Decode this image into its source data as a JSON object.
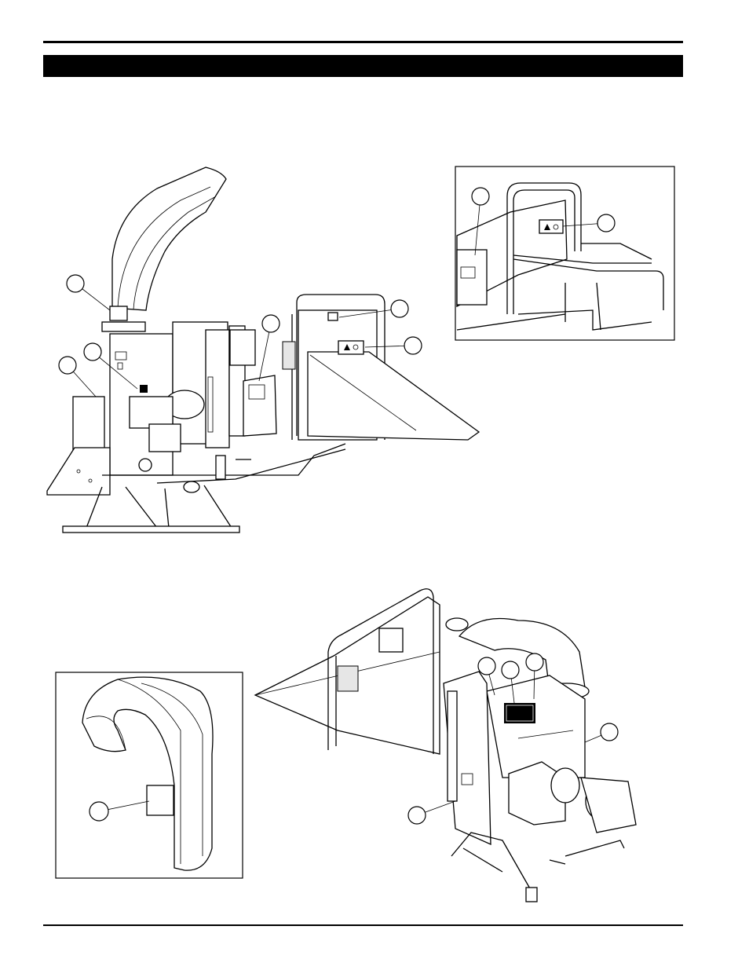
{
  "page": {
    "header_bar_text": "",
    "footer_text": ""
  },
  "figures": [
    {
      "id": "side-view",
      "description_visible": false
    },
    {
      "id": "hopper-detail"
    },
    {
      "id": "discharge-detail"
    },
    {
      "id": "rear-view"
    }
  ]
}
